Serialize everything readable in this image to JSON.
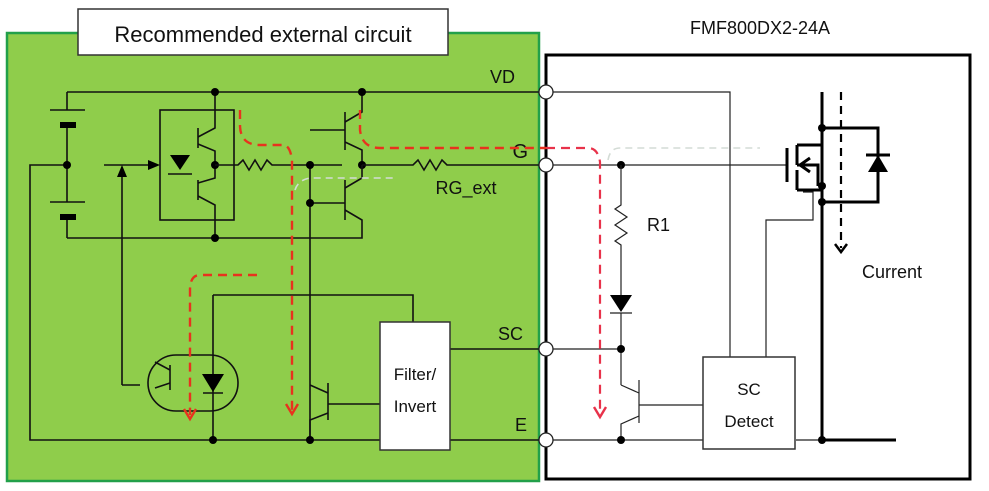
{
  "diagram": {
    "title_external": "Recommended external circuit",
    "title_module": "FMF800DX2-24A",
    "colors": {
      "external_bg": "#8fcd4b",
      "external_border": "#22a04a",
      "current_path": "#e8321e"
    },
    "terminals": {
      "vd": "VD",
      "g": "G",
      "sc": "SC",
      "e": "E"
    },
    "components": {
      "rg_ext": "RG_ext",
      "r1": "R1",
      "filter_line1": "Filter/",
      "filter_line2": "Invert",
      "sc_detect_line1": "SC",
      "sc_detect_line2": "Detect",
      "current": "Current"
    }
  }
}
